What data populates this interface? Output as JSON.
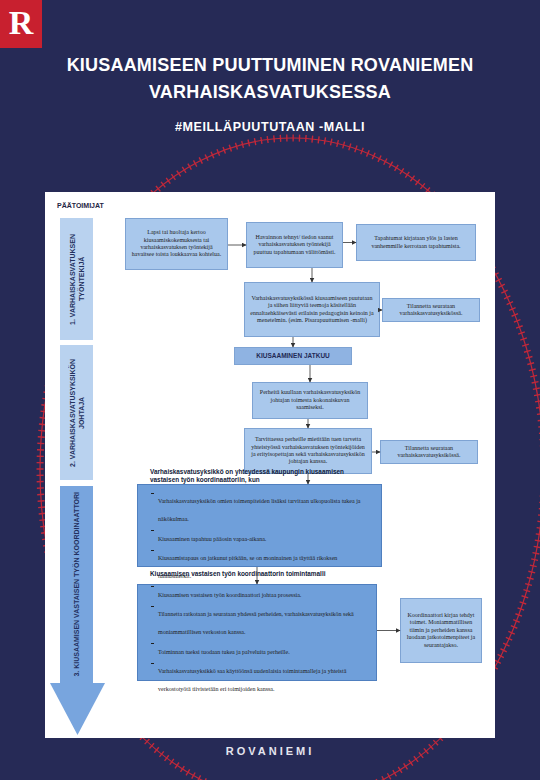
{
  "diagram": {
    "title": "KIUSAAMISEEN PUUTTUMINEN ROVANIEMEN VARHAISKASVATUKSESSA",
    "nodes": [
      {
        "text": [
          "PÄÄTOIMIJAT"
        ]
      },
      {
        "text": [
          "1. VARHAISKASVATUKSEN TYÖNTEKIJÄ"
        ],
        "in": 0
      },
      {
        "text": [
          "Lapsi tai huoltaja kertoo kiusaamiskokemuksesta tai varhaiskasvatuksen työntekijä havaitsee toista loukkaavaa kohtelua."
        ],
        "in": 0
      },
      {
        "text": [
          "Havainnon tehnyt/ tiedon saanut varhaiskasvatuksen työntekijä puuttuu tapahtumaan välittömästi."
        ],
        "in": 0
      },
      {
        "text": [
          "Tapahtumat kirjataan ylös ja lasten vanhemmille kerrotaan tapahtumista."
        ],
        "in": 0
      },
      {
        "text": [
          "Varhaiskasvatusyksikössä kiusaamiseen puututaan ja siihen liittyviä teemoja käsitellään ennaltaehkäisevästi erilaisin pedagogisin keinoin ja menetelmin. (esim. Pisarapuuttumisen -malli)"
        ],
        "in": 0
      },
      {
        "text": [
          "Tilannetta seurataan varhaiskasvatusyksikössä."
        ],
        "in": 0
      },
      {
        "text": [
          "2. VARHAISKASVATUSYKSIKÖN JOHTAJA"
        ],
        "in": 0
      },
      {
        "text": [
          "KIUSAAMINEN JATKUU"
        ],
        "in": 0
      },
      {
        "text": [
          "Perheitä kuullaan varhaiskasvatusyksikön johtajan toimesta kokonaiskuvan saamiseksi."
        ],
        "in": 0
      },
      {
        "text": [
          "Tarvittaessa perheille mietitään tuen tarvetta yhteistyössä varhaiskasvatuksen työntekijöiden ja erityisopettajan sekä varhaiskasvatusyksikön johtajan kanssa."
        ],
        "in": 0
      },
      {
        "text": [
          "Tilannetta seurataan varhaiskasvatusyksikössä."
        ],
        "in": 0
      },
      {
        "text": [
          "3. KIUSAAMISEN VASTAISEN TYÖN KOORDINAATTORI"
        ],
        "in": 0
      },
      {
        "text": [
          "Varhaiskasvatusyksikkö on yhteydessä kaupungin kiusaamisen vastaisen työn koordinaattoriin, kun",
          "Varhaiskasvatusyksikön omien toimenpiteiden lisäksi tarvitaan ulkopuolista tukea ja näkökulmaa.",
          "Kiusaaminen tapahtuu pääosin vapaa-aikana.",
          "Kiusaamistapaus on jatkunut pitkään, se on moninainen ja täyttää rikoksen tunnusmerkit."
        ],
        "in": 0
      },
      {
        "text": [
          "Kiusaamisen vastaisen työn koordinaattorin toimintamalli",
          "Kiusaamisen vastaisen työn koordinaattori johtaa prosessia.",
          "Tilannetta ratkotaan ja seurataan yhdessä perheiden, varhaiskasvatusyksikön sekä moniammatillisen verkoston kanssa.",
          "Toiminnan tueksi tuodaan tukea ja palveluita perheille.",
          "Varhaiskasvatusyksikkö saa käyttöönsä uudenlaisia toimintamalleja ja yhteistä verkostotyötä tiivistetään eri toimijoiden kanssa."
        ],
        "in": 0
      },
      {
        "text": [
          "Koordinaattori kirjaa tehdyt toimet. Moniammatillisen tiimin ja perheiden kanssa luodaan jatkotoimenpiteet ja seurantajakso."
        ],
        "in": 0
      }
    ],
    "edges": [
      {
        "from": 2,
        "to": 3,
        "arrow": "to"
      },
      {
        "from": 3,
        "to": 4,
        "arrow": "to"
      },
      {
        "from": 3,
        "to": 5,
        "arrow": "to"
      },
      {
        "from": 5,
        "to": 6,
        "arrow": "to"
      },
      {
        "from": 5,
        "to": 8,
        "arrow": "to"
      },
      {
        "from": 8,
        "to": 9,
        "arrow": "to"
      },
      {
        "from": 9,
        "to": 10,
        "arrow": "to"
      },
      {
        "from": 10,
        "to": 11,
        "arrow": "to"
      },
      {
        "from": 10,
        "to": 13,
        "arrow": "to"
      },
      {
        "from": 13,
        "to": 14,
        "arrow": "to"
      },
      {
        "from": 14,
        "to": 15,
        "arrow": "to"
      }
    ],
    "labels": [
      "R",
      "#MEILLÄPUUTUTAAN -MALLI",
      "ROVANIEMI"
    ]
  }
}
